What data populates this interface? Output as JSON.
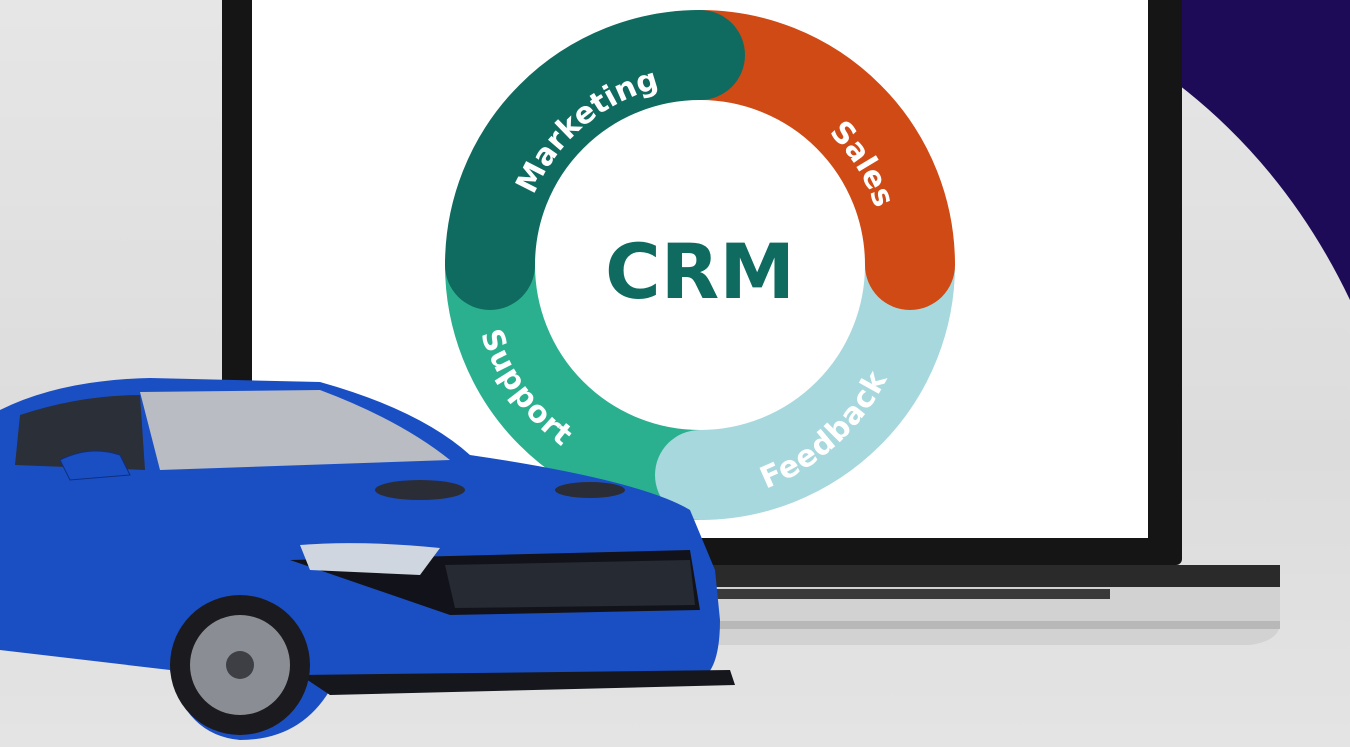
{
  "diagram": {
    "center_label": "CRM",
    "segments": [
      {
        "label": "Marketing",
        "color": "#0f6b5f"
      },
      {
        "label": "Sales",
        "color": "#cf4a15"
      },
      {
        "label": "Feedback",
        "color": "#a7d8de"
      },
      {
        "label": "Support",
        "color": "#2bb08f"
      }
    ]
  },
  "colors": {
    "accent_purple": "#1e0b57",
    "car_blue": "#1a4fc4"
  }
}
